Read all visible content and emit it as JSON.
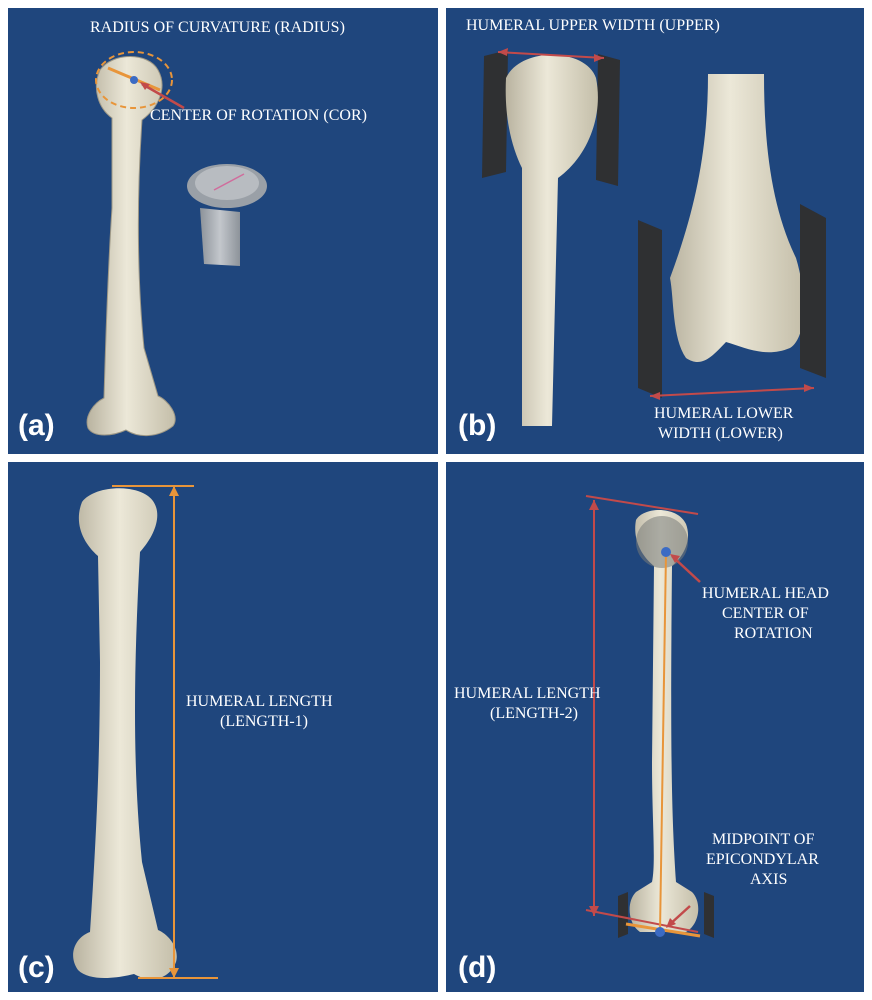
{
  "colors": {
    "background": "#1f467d",
    "bone": "#e6e1cf",
    "bone_shadow": "#b8b2a0",
    "orange_measure": "#e8953a",
    "red_measure": "#c24a4a",
    "plane": "#2f3032",
    "label": "#ffffff"
  },
  "panels": {
    "a": {
      "tag": "(a)",
      "radius_label": "RADIUS OF CURVATURE (RADIUS)",
      "cor_label": "CENTER OF ROTATION (COR)"
    },
    "b": {
      "tag": "(b)",
      "upper_label": "HUMERAL UPPER WIDTH (UPPER)",
      "lower_label_line1": "HUMERAL LOWER",
      "lower_label_line2": "WIDTH (LOWER)"
    },
    "c": {
      "tag": "(c)",
      "length_label_line1": "HUMERAL LENGTH",
      "length_label_line2": "(LENGTH-1)"
    },
    "d": {
      "tag": "(d)",
      "length_label_line1": "HUMERAL LENGTH",
      "length_label_line2": "(LENGTH-2)",
      "head_label_line1": "HUMERAL HEAD",
      "head_label_line2": "CENTER OF",
      "head_label_line3": "ROTATION",
      "mid_label_line1": "MIDPOINT OF",
      "mid_label_line2": "EPICONDYLAR",
      "mid_label_line3": "AXIS"
    }
  }
}
